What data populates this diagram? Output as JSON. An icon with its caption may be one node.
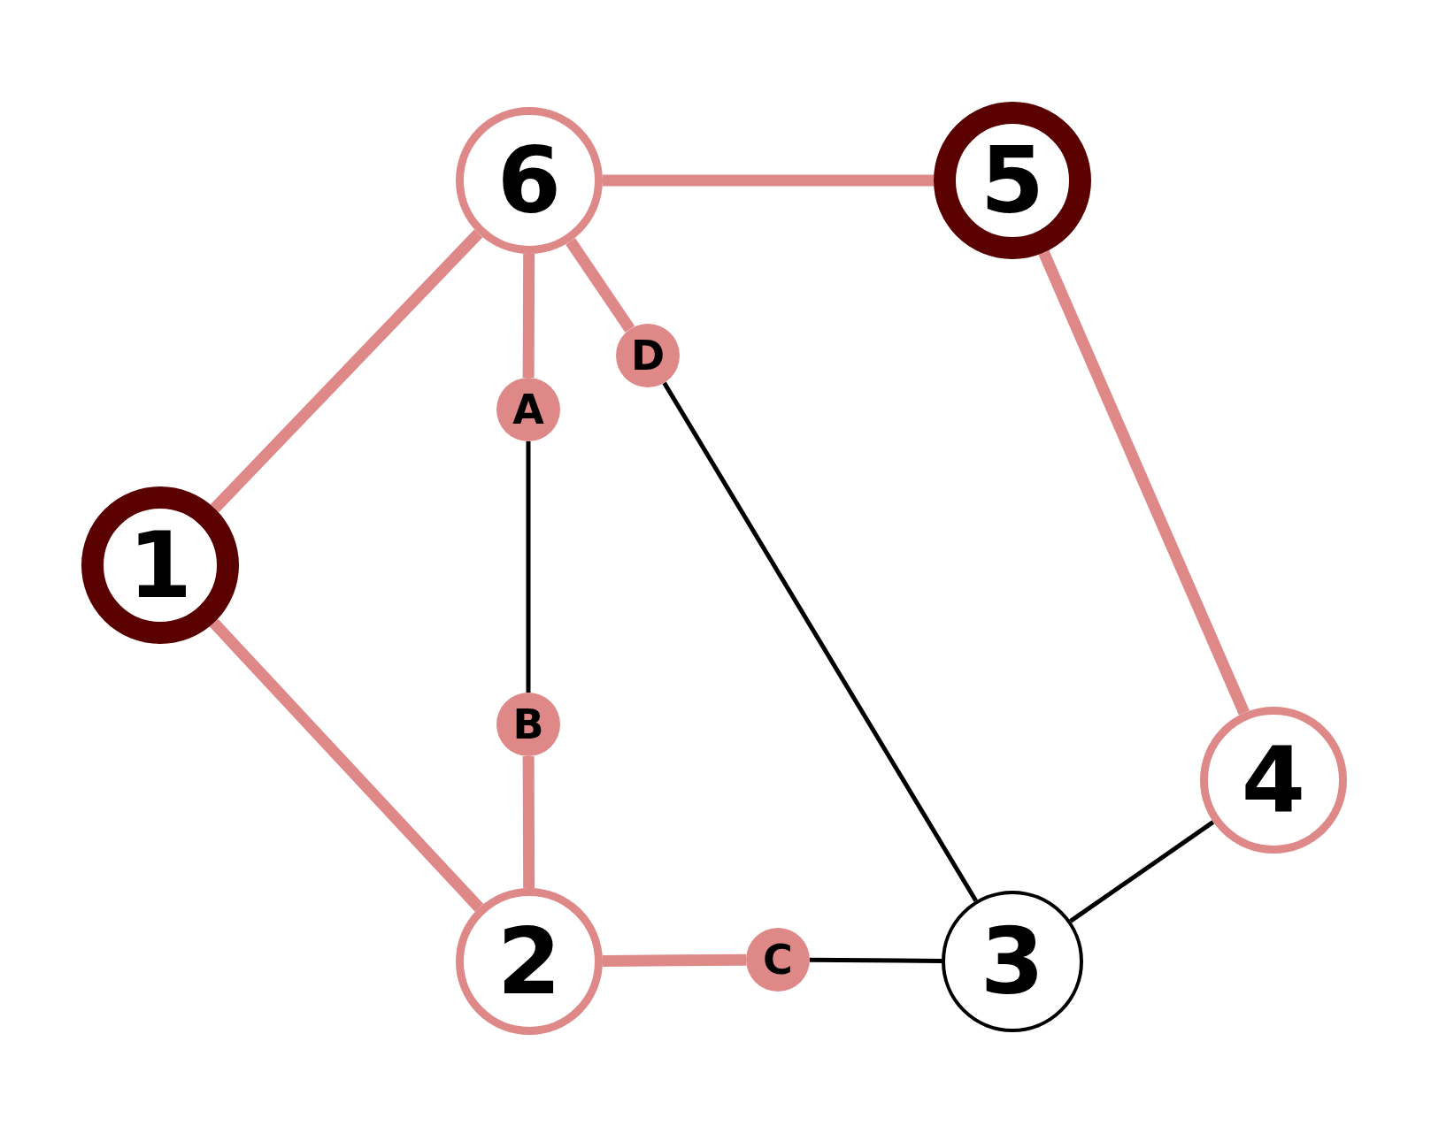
{
  "diagram": {
    "nodes": [
      {
        "text": [
          "6"
        ]
      },
      {
        "text": [
          "5"
        ]
      },
      {
        "text": [
          "D"
        ]
      },
      {
        "text": [
          "A"
        ]
      },
      {
        "text": [
          "1"
        ]
      },
      {
        "text": [
          "4"
        ]
      },
      {
        "text": [
          "B"
        ]
      },
      {
        "text": [
          "2"
        ]
      },
      {
        "text": [
          "C"
        ]
      },
      {
        "text": [
          "3"
        ]
      }
    ],
    "edges": [
      {
        "from": 0,
        "to": 1,
        "arrow": "none"
      },
      {
        "from": 0,
        "to": 4,
        "arrow": "none"
      },
      {
        "from": 4,
        "to": 7,
        "arrow": "none"
      },
      {
        "from": 1,
        "to": 5,
        "arrow": "none"
      },
      {
        "from": 0,
        "to": 3,
        "arrow": "none"
      },
      {
        "from": 3,
        "to": 6,
        "arrow": "none",
        "color": "#000000"
      },
      {
        "from": 6,
        "to": 7,
        "arrow": "none"
      },
      {
        "from": 7,
        "to": 8,
        "arrow": "none"
      },
      {
        "from": 8,
        "to": 9,
        "arrow": "none",
        "color": "#000000"
      },
      {
        "from": 0,
        "to": 2,
        "arrow": "none"
      },
      {
        "from": 2,
        "to": 9,
        "arrow": "none",
        "color": "#000000"
      },
      {
        "from": 9,
        "to": 5,
        "arrow": "none",
        "color": "#000000"
      }
    ]
  }
}
